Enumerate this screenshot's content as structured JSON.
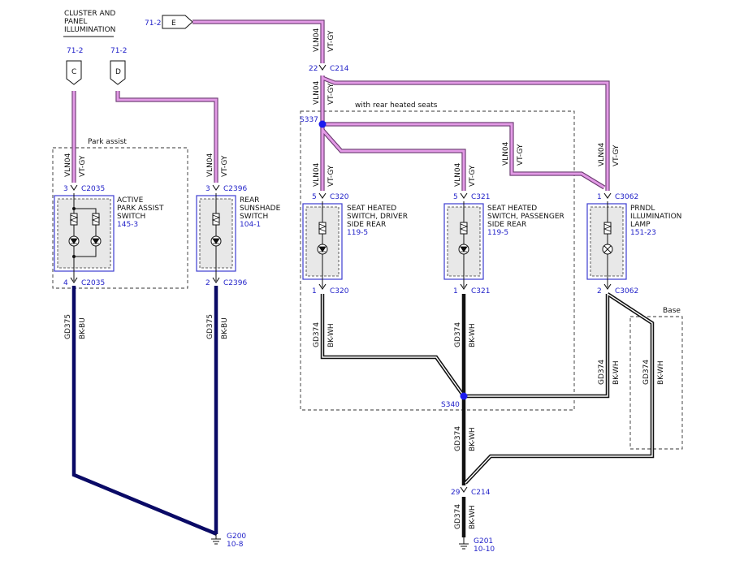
{
  "labels": {
    "cluster_title": [
      "CLUSTER AND",
      "PANEL",
      "ILLUMINATION"
    ],
    "park_assist": "Park assist",
    "with_rear_heated": "with rear heated seats",
    "base": "Base"
  },
  "page_refs": {
    "c": "71-2",
    "d": "71-2",
    "e": "71-2"
  },
  "connector_letters": {
    "c": "C",
    "d": "D",
    "e": "E"
  },
  "wires": {
    "vln04": "VLN04",
    "vt_gy": "VT-GY",
    "gd375": "GD375",
    "bk_bu": "BK-BU",
    "gd374": "GD374",
    "bk_wh": "BK-WH"
  },
  "pins": {
    "c214_top": "22",
    "c214_bot": "29",
    "c2035_top": "3",
    "c2035_bot": "4",
    "c2396_top": "3",
    "c2396_bot": "2",
    "c320_top": "5",
    "c320_bot": "1",
    "c321_top": "5",
    "c321_bot": "1",
    "c3062_top": "1",
    "c3062_bot": "2"
  },
  "connectors": {
    "c214": "C214",
    "c2035": "C2035",
    "c2396": "C2396",
    "c320": "C320",
    "c321": "C321",
    "c3062": "C3062"
  },
  "splices": {
    "s337": "S337",
    "s340": "S340"
  },
  "components": {
    "park_assist_switch": {
      "name": [
        "ACTIVE",
        "PARK ASSIST",
        "SWITCH"
      ],
      "ref": "145-3"
    },
    "rear_sunshade": {
      "name": [
        "REAR",
        "SUNSHADE",
        "SWITCH"
      ],
      "ref": "104-1"
    },
    "seat_driver": {
      "name": [
        "SEAT HEATED",
        "SWITCH, DRIVER",
        "SIDE REAR"
      ],
      "ref": "119-5"
    },
    "seat_passenger": {
      "name": [
        "SEAT HEATED",
        "SWITCH, PASSENGER",
        "SIDE REAR"
      ],
      "ref": "119-5"
    },
    "prndl": {
      "name": [
        "PRNDL",
        "ILLUMINATION",
        "LAMP"
      ],
      "ref": "151-23"
    }
  },
  "grounds": {
    "g200": {
      "name": "G200",
      "ref": "10-8"
    },
    "g201": {
      "name": "G201",
      "ref": "10-10"
    }
  },
  "colors": {
    "wire_violet": "#d08ad8",
    "wire_black": "#111111",
    "wire_blue": "#0a0a66",
    "ref_blue": "#1f1fc8",
    "box_blue": "#3d3dd0",
    "splice": "#1a1aee"
  }
}
